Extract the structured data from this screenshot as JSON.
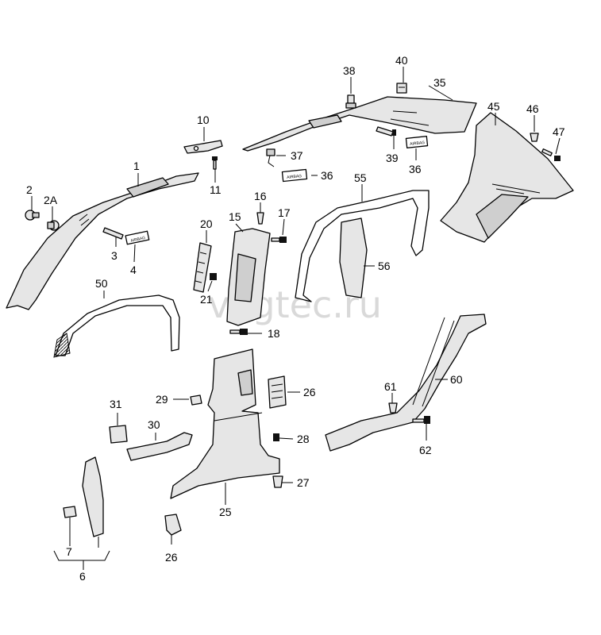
{
  "watermark": "vagtec.ru",
  "callouts": {
    "p1": "1",
    "p2": "2",
    "p2a": "2A",
    "p3": "3",
    "p4": "4",
    "p6": "6",
    "p7": "7",
    "p10": "10",
    "p11": "11",
    "p15": "15",
    "p16": "16",
    "p17": "17",
    "p18": "18",
    "p20": "20",
    "p21": "21",
    "p25": "25",
    "p26a": "26",
    "p26b": "26",
    "p27": "27",
    "p28": "28",
    "p29": "29",
    "p30": "30",
    "p31": "31",
    "p35": "35",
    "p36a": "36",
    "p36b": "36",
    "p37": "37",
    "p38": "38",
    "p39": "39",
    "p40": "40",
    "p45": "45",
    "p46": "46",
    "p47": "47",
    "p50": "50",
    "p55": "55",
    "p56": "56",
    "p60": "60",
    "p61": "61",
    "p62": "62"
  },
  "labels": {
    "airbag_small": "AIRBAG"
  }
}
